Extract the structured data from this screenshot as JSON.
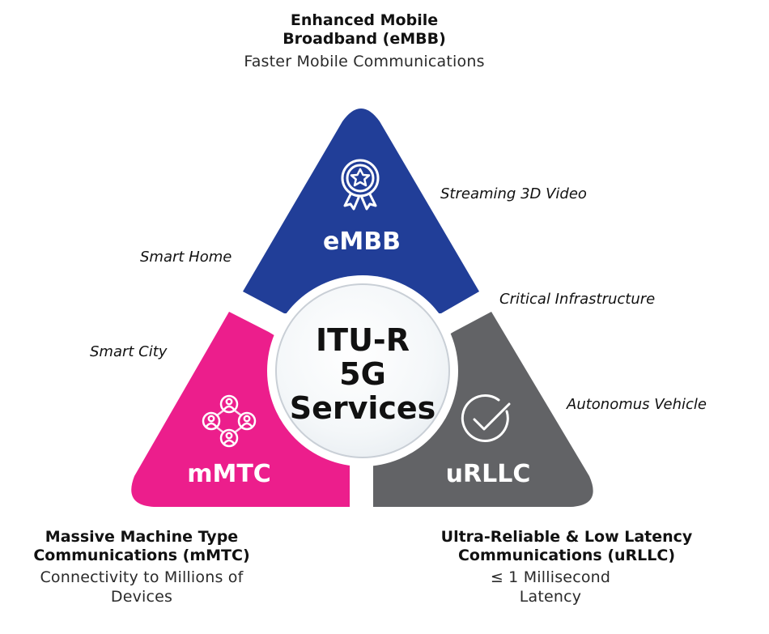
{
  "colors": {
    "embb": "#213E98",
    "mmtc": "#EC1E8C",
    "urllc": "#626366",
    "center_fill": "#F6F9FA",
    "center_stroke": "#C9CFD6"
  },
  "center": {
    "line1": "ITU-R",
    "line2": "5G",
    "line3": "Services"
  },
  "segments": {
    "embb": {
      "label": "eMBB",
      "icon": "award-medal-star-icon"
    },
    "mmtc": {
      "label": "mMTC",
      "icon": "network-users-icon"
    },
    "urllc": {
      "label": "uRLLC",
      "icon": "check-circle-icon"
    }
  },
  "captions": {
    "embb": {
      "title_line1": "Enhanced Mobile",
      "title_line2": "Broadband (eMBB)",
      "desc_line1": "Faster Mobile Communications"
    },
    "mmtc": {
      "title_line1": "Massive Machine Type",
      "title_line2": "Communications (mMTC)",
      "desc_line1": "Connectivity to Millions of",
      "desc_line2": "Devices"
    },
    "urllc": {
      "title_line1": "Ultra-Reliable & Low Latency",
      "title_line2": "Communications (uRLLC)",
      "desc_line1": "≤ 1 Millisecond",
      "desc_line2": "Latency"
    }
  },
  "use_cases": {
    "streaming": "Streaming 3D Video",
    "smart_home": "Smart Home",
    "critical_infra": "Critical Infrastructure",
    "smart_city": "Smart City",
    "autonomous": "Autonomus Vehicle"
  }
}
